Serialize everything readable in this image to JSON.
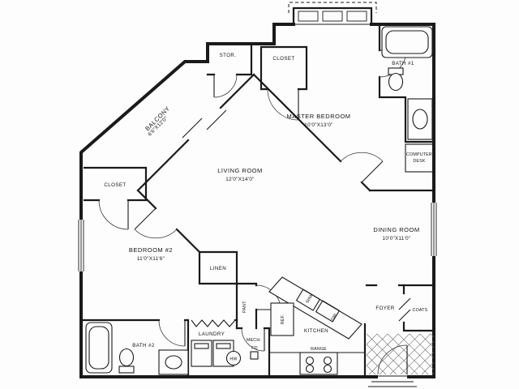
{
  "drawing": {
    "background": "#fdfdfd",
    "ink": "#1a1a1a",
    "title": "apartment-floor-plan"
  },
  "rooms": {
    "master_bedroom": {
      "name": "MASTER BEDROOM",
      "dims": "10'0\"X13'0\""
    },
    "living_room": {
      "name": "LIVING ROOM",
      "dims": "12'0\"X14'0\""
    },
    "dining_room": {
      "name": "DINING ROOM",
      "dims": "10'0\"X11'0\""
    },
    "bedroom_2": {
      "name": "BEDROOM #2",
      "dims": "11'0\"X11'6\""
    },
    "balcony": {
      "name": "BALCONY",
      "dims": "6'6\"X12'0\""
    },
    "kitchen": {
      "name": "KITCHEN"
    },
    "foyer": {
      "name": "FOYER"
    },
    "coats": {
      "name": "COATS"
    },
    "bath_1": {
      "name": "BATH #1"
    },
    "bath_2": {
      "name": "BATH #2"
    },
    "laundry": {
      "name": "LAUNDRY"
    },
    "mech": {
      "name": "MECH."
    },
    "storage": {
      "name": "STOR."
    },
    "master_closet": {
      "name": "CLOSET"
    },
    "bedroom_2_closet": {
      "name": "CLOSET"
    },
    "linen": {
      "name": "LINEN"
    },
    "pantry": {
      "name": "PANT."
    }
  },
  "fixtures": {
    "computer_desk": {
      "line1": "COMPUTER",
      "line2": "DESK"
    },
    "refrigerator": "REF.",
    "sink": "SINK",
    "dishwasher": "DW",
    "range": "RANGE",
    "floor_drain": "FD",
    "water_heater": "HW"
  }
}
